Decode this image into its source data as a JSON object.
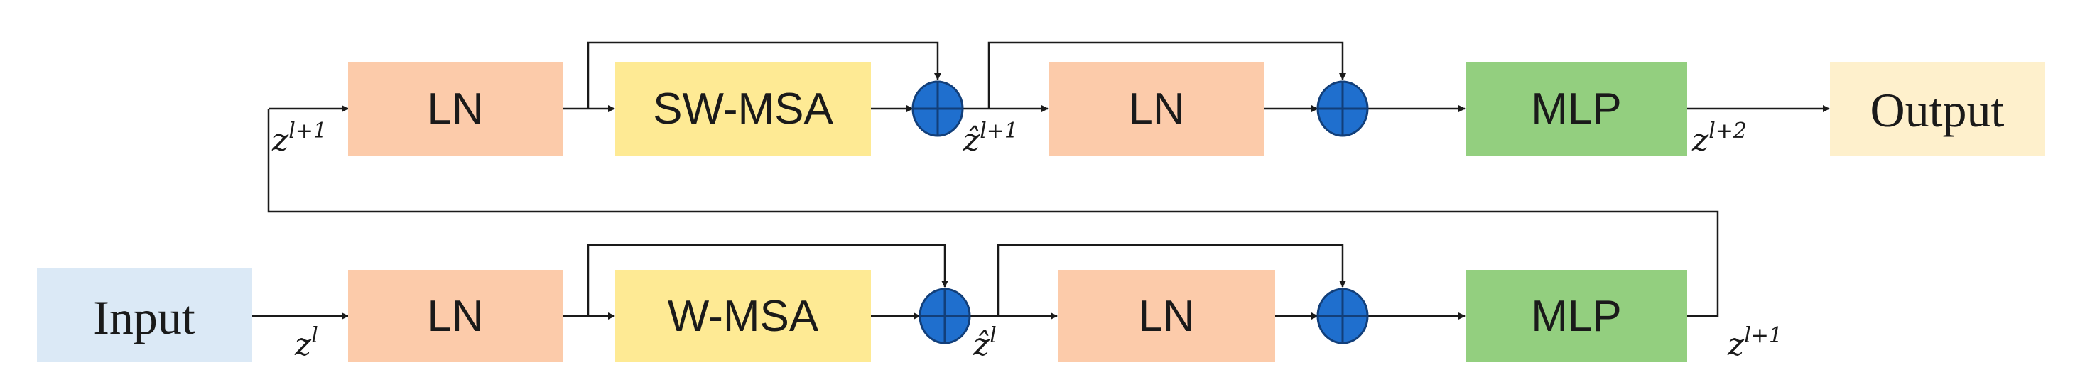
{
  "colors": {
    "input": "#dbe9f6",
    "ln": "#fccbaa",
    "msa": "#feea94",
    "mlp": "#93cf7f",
    "output": "#fef0cc",
    "adder": "#1f6fce",
    "adder_stroke": "#123f7a",
    "line": "#1a1a1a"
  },
  "top_row": {
    "ln1": "LN",
    "msa": "SW-MSA",
    "ln2": "LN",
    "mlp": "MLP",
    "output": "Output",
    "var_in": {
      "base": "z",
      "sup": "l+1"
    },
    "var_mid": {
      "base": "ẑ",
      "sup": "l+1"
    },
    "var_out": {
      "base": "z",
      "sup": "l+2"
    }
  },
  "bottom_row": {
    "input": "Input",
    "ln1": "LN",
    "msa": "W-MSA",
    "ln2": "LN",
    "mlp": "MLP",
    "var_in": {
      "base": "z",
      "sup": "l"
    },
    "var_mid": {
      "base": "ẑ",
      "sup": "l"
    },
    "var_out": {
      "base": "z",
      "sup": "l+1"
    }
  }
}
